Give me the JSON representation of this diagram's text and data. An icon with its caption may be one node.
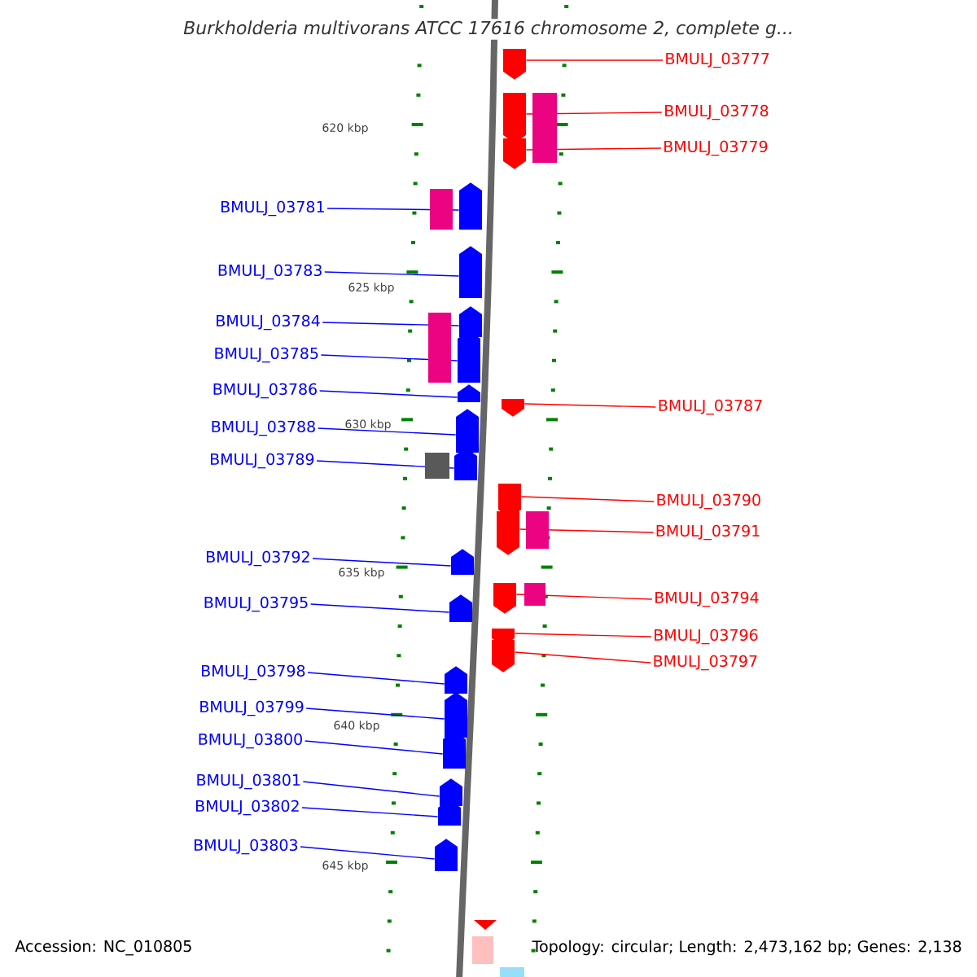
{
  "diagram": {
    "title": "Burkholderia multivorans ATCC 17616 chromosome 2, complete g...",
    "nodes": [
      {
        "text": [
          "BMULJ_03777"
        ]
      },
      {
        "text": [],
        "shape": "pentagon"
      },
      {
        "text": [
          "BMULJ_03778"
        ]
      },
      {
        "text": [],
        "shape": "pentagon"
      },
      {
        "text": [
          "BMULJ_03779"
        ]
      },
      {
        "text": [],
        "shape": "pentagon"
      },
      {
        "text": [
          "BMULJ_03781"
        ]
      },
      {
        "text": [],
        "shape": "pentagon"
      },
      {
        "text": [
          "BMULJ_03783"
        ]
      },
      {
        "text": [],
        "shape": "pentagon"
      },
      {
        "text": [
          "BMULJ_03784"
        ]
      },
      {
        "text": [],
        "shape": "pentagon"
      },
      {
        "text": [
          "BMULJ_03785"
        ]
      },
      {
        "text": [],
        "shape": "pentagon"
      },
      {
        "text": [
          "BMULJ_03786"
        ]
      },
      {
        "text": [],
        "shape": "pentagon"
      },
      {
        "text": [
          "BMULJ_03787"
        ]
      },
      {
        "text": [],
        "shape": "pentagon"
      },
      {
        "text": [
          "BMULJ_03788"
        ]
      },
      {
        "text": [],
        "shape": "pentagon"
      },
      {
        "text": [
          "BMULJ_03789"
        ]
      },
      {
        "text": [],
        "shape": "pentagon"
      },
      {
        "text": [
          "BMULJ_03790"
        ]
      },
      {
        "text": [],
        "shape": "pentagon"
      },
      {
        "text": [
          "BMULJ_03791"
        ]
      },
      {
        "text": [],
        "shape": "pentagon"
      },
      {
        "text": [
          "BMULJ_03792"
        ]
      },
      {
        "text": [],
        "shape": "pentagon"
      },
      {
        "text": [
          "BMULJ_03794"
        ]
      },
      {
        "text": [],
        "shape": "pentagon"
      },
      {
        "text": [
          "BMULJ_03795"
        ]
      },
      {
        "text": [],
        "shape": "pentagon"
      },
      {
        "text": [
          "BMULJ_03796"
        ]
      },
      {
        "text": [],
        "shape": "pentagon"
      },
      {
        "text": [
          "BMULJ_03797"
        ]
      },
      {
        "text": [],
        "shape": "pentagon"
      },
      {
        "text": [
          "BMULJ_03798"
        ]
      },
      {
        "text": [],
        "shape": "pentagon"
      },
      {
        "text": [
          "BMULJ_03799"
        ]
      },
      {
        "text": [],
        "shape": "pentagon"
      },
      {
        "text": [
          "BMULJ_03800"
        ]
      },
      {
        "text": [],
        "shape": "pentagon"
      },
      {
        "text": [
          "BMULJ_03801"
        ]
      },
      {
        "text": [],
        "shape": "pentagon"
      },
      {
        "text": [
          "BMULJ_03802"
        ]
      },
      {
        "text": [],
        "shape": "pentagon"
      },
      {
        "text": [
          "BMULJ_03803"
        ]
      },
      {
        "text": [],
        "shape": "pentagon"
      }
    ],
    "edges": [
      {
        "from": 0,
        "to": 1,
        "arrow": "none",
        "color": "#ff0000"
      },
      {
        "from": 2,
        "to": 3,
        "arrow": "none",
        "color": "#ff0000"
      },
      {
        "from": 4,
        "to": 5,
        "arrow": "none",
        "color": "#ff0000"
      },
      {
        "from": 6,
        "to": 7,
        "arrow": "none"
      },
      {
        "from": 8,
        "to": 9,
        "arrow": "none"
      },
      {
        "from": 10,
        "to": 11,
        "arrow": "none"
      },
      {
        "from": 12,
        "to": 13,
        "arrow": "none"
      },
      {
        "from": 14,
        "to": 15,
        "arrow": "none"
      },
      {
        "from": 16,
        "to": 17,
        "arrow": "none",
        "color": "#ff0000"
      },
      {
        "from": 18,
        "to": 19,
        "arrow": "none"
      },
      {
        "from": 20,
        "to": 21,
        "arrow": "none"
      },
      {
        "from": 22,
        "to": 23,
        "arrow": "none",
        "color": "#ff0000"
      },
      {
        "from": 24,
        "to": 25,
        "arrow": "none",
        "color": "#ff0000"
      },
      {
        "from": 26,
        "to": 27,
        "arrow": "none"
      },
      {
        "from": 28,
        "to": 29,
        "arrow": "none",
        "color": "#ff0000"
      },
      {
        "from": 30,
        "to": 31,
        "arrow": "none"
      },
      {
        "from": 32,
        "to": 33,
        "arrow": "none",
        "color": "#ff0000"
      },
      {
        "from": 34,
        "to": 35,
        "arrow": "none",
        "color": "#ff0000"
      },
      {
        "from": 36,
        "to": 37,
        "arrow": "none"
      },
      {
        "from": 38,
        "to": 39,
        "arrow": "none"
      },
      {
        "from": 40,
        "to": 41,
        "arrow": "none"
      },
      {
        "from": 42,
        "to": 43,
        "arrow": "none"
      },
      {
        "from": 44,
        "to": 45,
        "arrow": "none"
      },
      {
        "from": 46,
        "to": 47,
        "arrow": "none"
      }
    ],
    "labels": [
      "620 kbp",
      "625 kbp",
      "630 kbp",
      "635 kbp",
      "640 kbp",
      "645 kbp",
      "Accession: NC_010805",
      "Topology: circular; Length: 2,473,162 bp; Genes: 2,138"
    ]
  }
}
